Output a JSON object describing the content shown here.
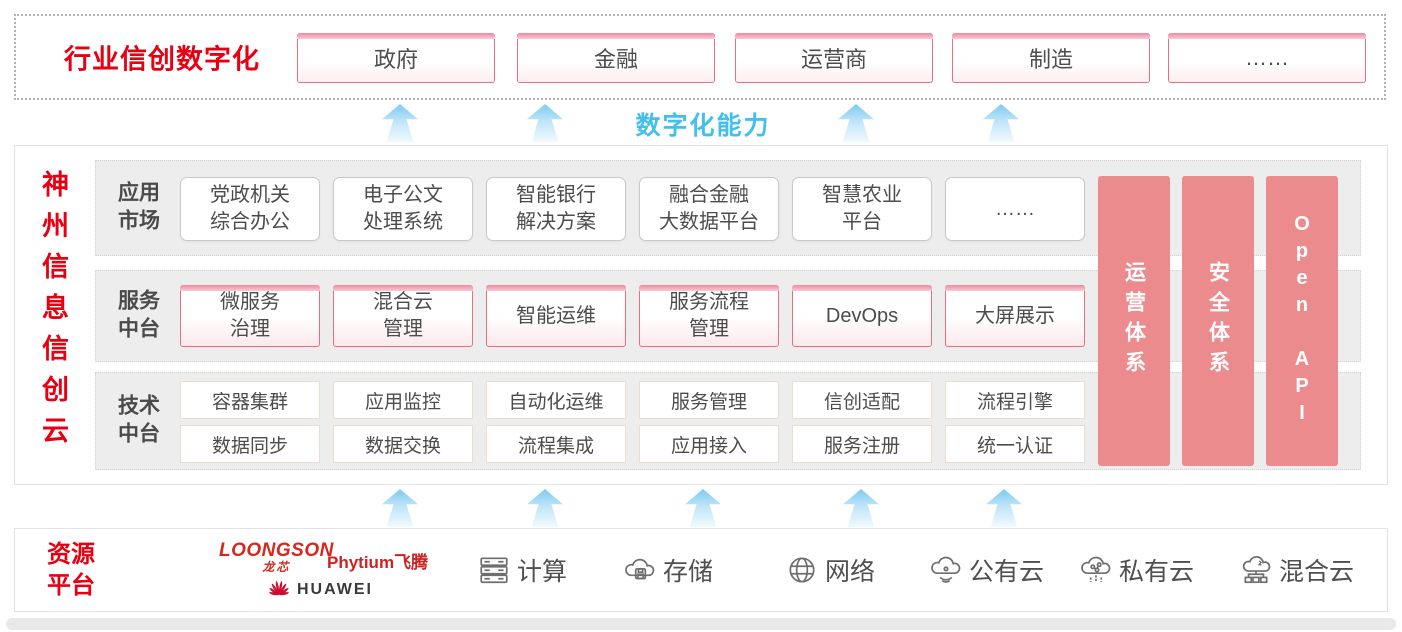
{
  "top_band": {
    "label": "行业信创数字化",
    "industries": [
      "政府",
      "金融",
      "运营商",
      "制造",
      "……"
    ]
  },
  "capability": {
    "label": "数字化能力"
  },
  "cloud": {
    "vertical_title": "神州信息信创云",
    "rows": [
      {
        "label": [
          "应用",
          "市场"
        ],
        "items": [
          [
            "党政机关",
            "综合办公"
          ],
          [
            "电子公文",
            "处理系统"
          ],
          [
            "智能银行",
            "解决方案"
          ],
          [
            "融合金融",
            "大数据平台"
          ],
          [
            "智慧农业",
            "平台"
          ],
          [
            "……"
          ]
        ]
      },
      {
        "label": [
          "服务",
          "中台"
        ],
        "items": [
          [
            "微服务",
            "治理"
          ],
          [
            "混合云",
            "管理"
          ],
          [
            "智能运维"
          ],
          [
            "服务流程",
            "管理"
          ],
          [
            "DevOps"
          ],
          [
            "大屏展示"
          ]
        ]
      },
      {
        "label": [
          "技术",
          "中台"
        ],
        "items_top": [
          "容器集群",
          "应用监控",
          "自动化运维",
          "服务管理",
          "信创适配",
          "流程引擎"
        ],
        "items_bottom": [
          "数据同步",
          "数据交换",
          "流程集成",
          "应用接入",
          "服务注册",
          "统一认证"
        ]
      }
    ],
    "pillars": [
      "运营体系",
      "安全体系",
      "Open API"
    ]
  },
  "resource": {
    "label": [
      "资源",
      "平台"
    ],
    "vendors": {
      "loongson": "LOONGSON",
      "loongson_cn": "龙芯",
      "phytium": "Phytium飞腾",
      "huawei": "HUAWEI"
    },
    "items": [
      {
        "icon": "compute-server-icon",
        "label": "计算"
      },
      {
        "icon": "storage-cloud-icon",
        "label": "存储"
      },
      {
        "icon": "network-globe-icon",
        "label": "网络"
      },
      {
        "icon": "public-cloud-icon",
        "label": "公有云"
      },
      {
        "icon": "private-cloud-icon",
        "label": "私有云"
      },
      {
        "icon": "hybrid-cloud-icon",
        "label": "混合云"
      }
    ]
  },
  "colors": {
    "brand_red": "#e60012",
    "pillar_pink": "#ec8b8e",
    "arrow_blue": "#41bfef",
    "box_border_pink": "#ea6e80",
    "section_gray": "#ededed"
  }
}
